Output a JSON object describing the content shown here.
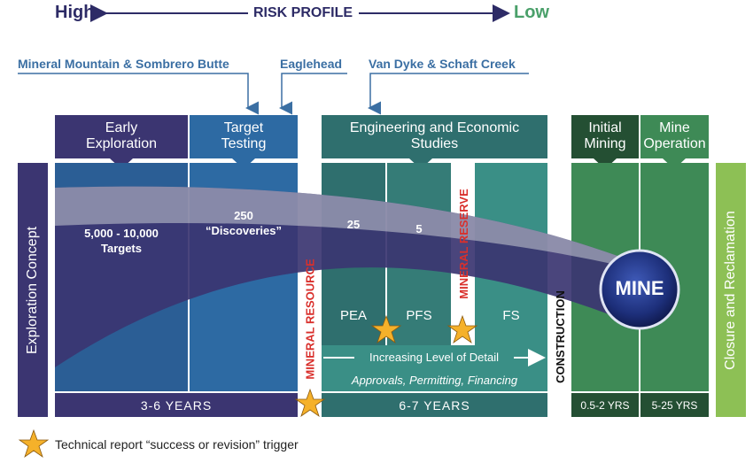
{
  "risk": {
    "high": "High",
    "title": "RISK PROFILE",
    "low": "Low"
  },
  "projects": {
    "p1": "Mineral Mountain & Sombrero Butte",
    "p2": "Eaglehead",
    "p3": "Van Dyke & Schaft Creek"
  },
  "headers": {
    "early": "Early\nExploration",
    "target": "Target\nTesting",
    "eng": "Engineering and Economic\nStudies",
    "initial": "Initial\nMining",
    "mine_op": "Mine\nOperation"
  },
  "left_bar": "Exploration Concept",
  "right_bar": "Closure and Reclamation",
  "counts": {
    "early": "5,000 - 10,000\nTargets",
    "target": "250\n“Discoveries”",
    "pea": "25",
    "pfs": "5"
  },
  "stages": {
    "pea": "PEA",
    "pfs": "PFS",
    "fs": "FS"
  },
  "vertical_labels": {
    "resource": "MINERAL RESOURCE",
    "reserve": "MINERAL RESERVE",
    "construction": "CONSTRUCTION"
  },
  "detail_label": "Increasing Level of Detail",
  "approvals": "Approvals, Permitting, Financing",
  "durations": {
    "d1": "3-6 YEARS",
    "d2": "6-7 YEARS",
    "d3": "0.5-2 YRS",
    "d4": "5-25 YRS"
  },
  "mine": "MINE",
  "legend": "Technical report “success or revision” trigger",
  "colors": {
    "navy": "#3b3571",
    "blue": "#2d6aa3",
    "teal_dark": "#2f6f6e",
    "teal": "#3a8f86",
    "green_dark": "#2c5e3b",
    "green": "#3e8a56",
    "lime": "#8dc055",
    "red": "#d9302c",
    "star": "#f5b12a"
  }
}
